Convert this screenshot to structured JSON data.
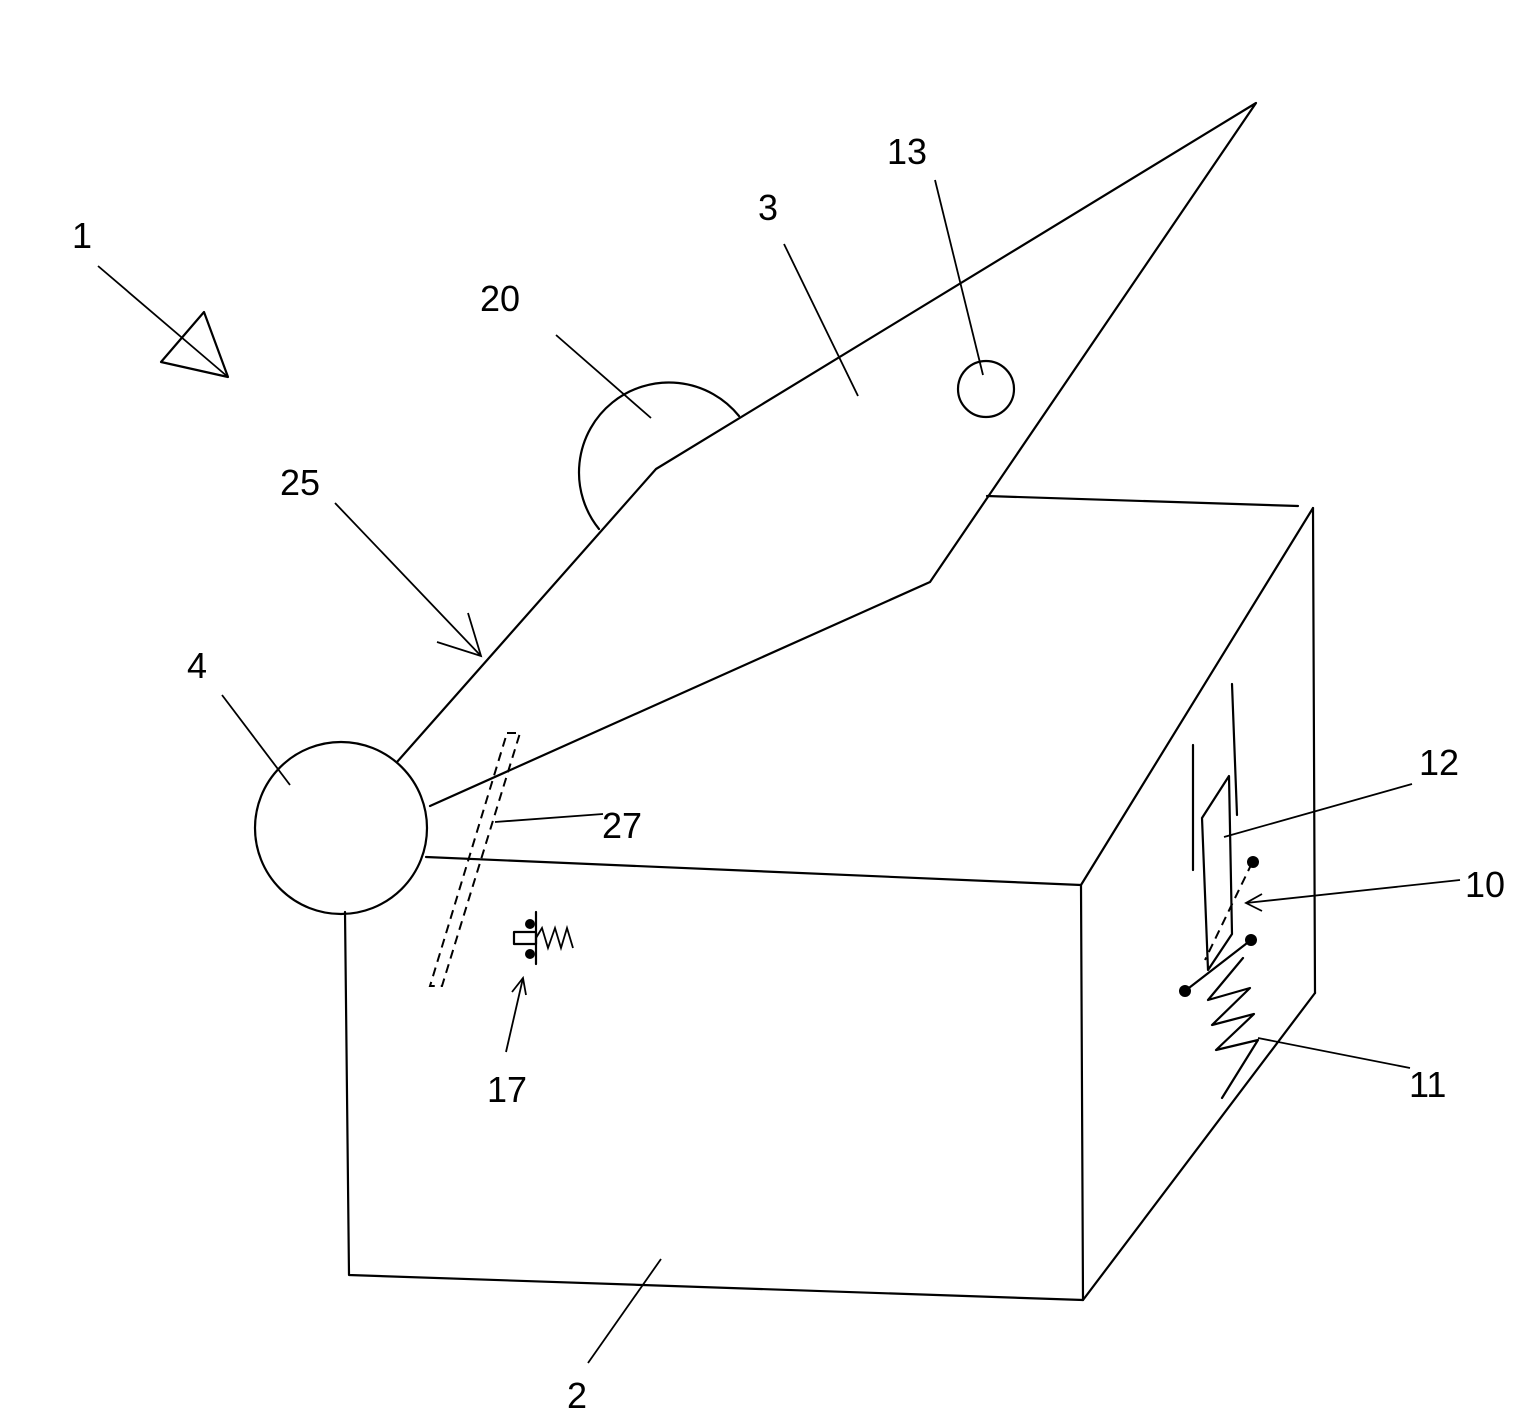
{
  "labels": {
    "ref_1": "1",
    "ref_2": "2",
    "ref_3": "3",
    "ref_4": "4",
    "ref_10": "10",
    "ref_11": "11",
    "ref_12": "12",
    "ref_13": "13",
    "ref_17": "17",
    "ref_20": "20",
    "ref_25": "25",
    "ref_27": "27"
  }
}
